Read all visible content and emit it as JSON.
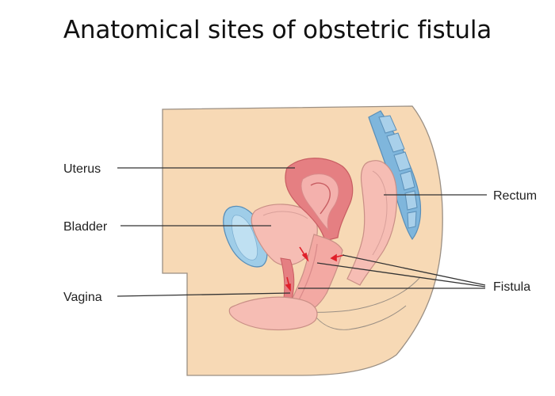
{
  "title": "Anatomical sites of obstetric fistula",
  "labels": {
    "uterus": "Uterus",
    "bladder": "Bladder",
    "vagina": "Vagina",
    "rectum": "Rectum",
    "fistula": "Fistula"
  },
  "colors": {
    "skin": "#f7d9b5",
    "skin_outline": "#9a8f84",
    "uterus": "#e57f82",
    "uterus_inner": "#f4b1ad",
    "organ_pink": "#f6bdb4",
    "bladder_blue": "#9fcde8",
    "spine_blue": "#7fb6dc",
    "arrow_red": "#e0202a",
    "leader_line": "#333333"
  }
}
